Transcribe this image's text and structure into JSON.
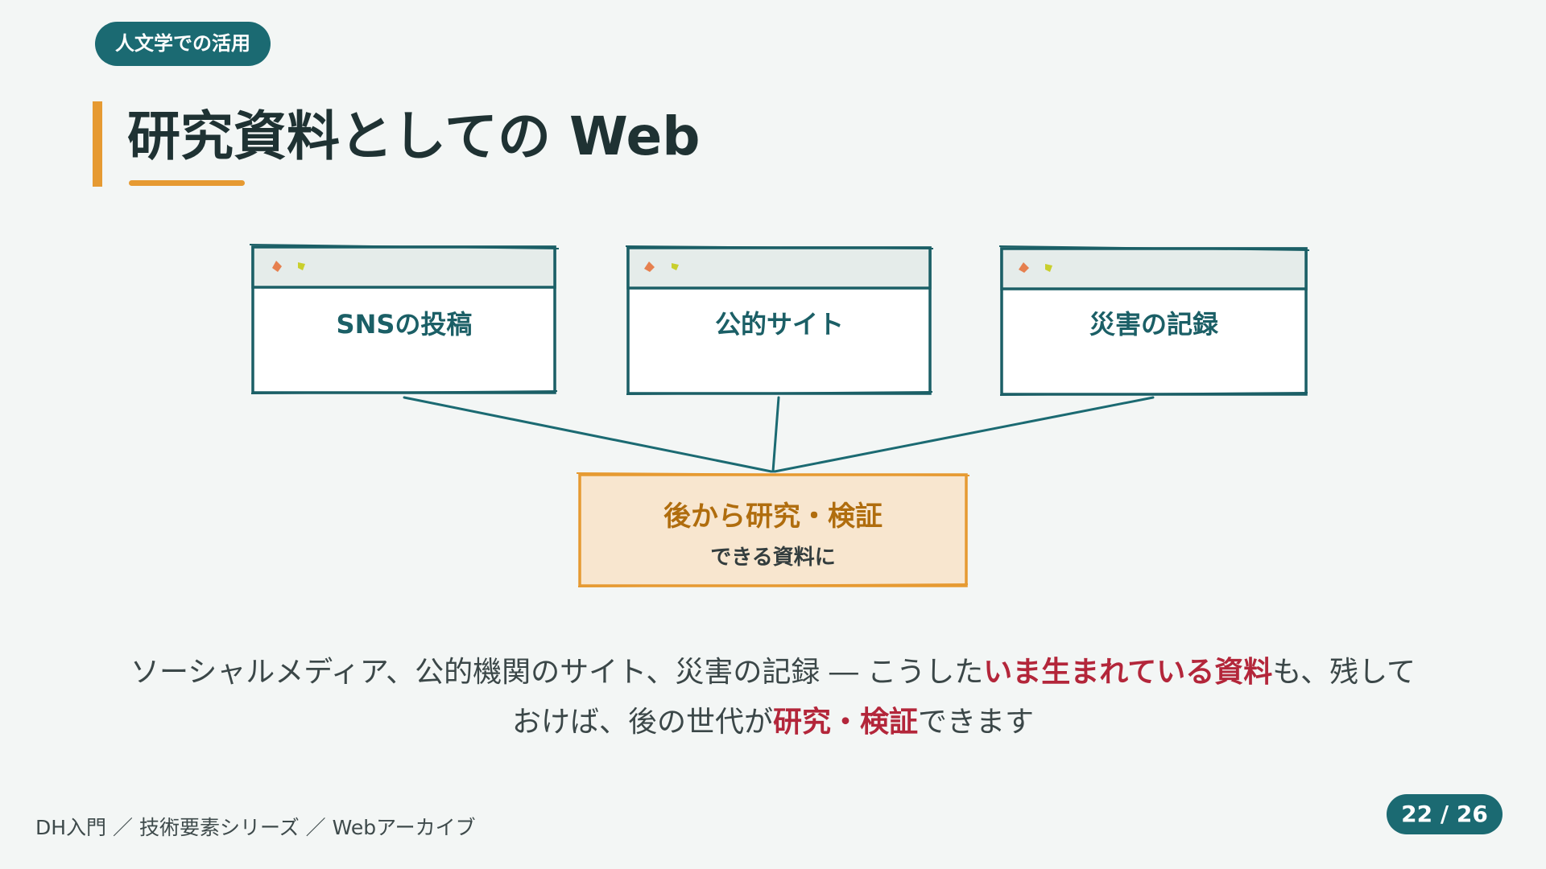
{
  "section": {
    "label": "人文学での活用"
  },
  "title": "研究資料としての Web",
  "diagram": {
    "sources": [
      {
        "label": "SNSの投稿"
      },
      {
        "label": "公的サイト"
      },
      {
        "label": "災害の記録"
      }
    ],
    "result": {
      "main": "後から研究・検証",
      "sub": "できる資料に"
    },
    "colors": {
      "frame": "#1b5f66",
      "window_bar": "#e5ecea",
      "result_fill": "#f8e6cf",
      "result_border": "#e69a32",
      "dot_orange": "#e6804f",
      "dot_yellow": "#c9cf2d"
    }
  },
  "body": {
    "line1_pre": "ソーシャルメディア、公的機関のサイト、災害の記録 ― こうした",
    "line1_em": "いま生まれている資料",
    "line1_post": "も、残して",
    "line2_pre": "おけば、後の世代が",
    "line2_em": "研究・検証",
    "line2_post": "できます"
  },
  "footer": {
    "breadcrumb": "DH入門 ／ 技術要素シリーズ ／ Webアーカイブ",
    "page": "22 / 26"
  }
}
